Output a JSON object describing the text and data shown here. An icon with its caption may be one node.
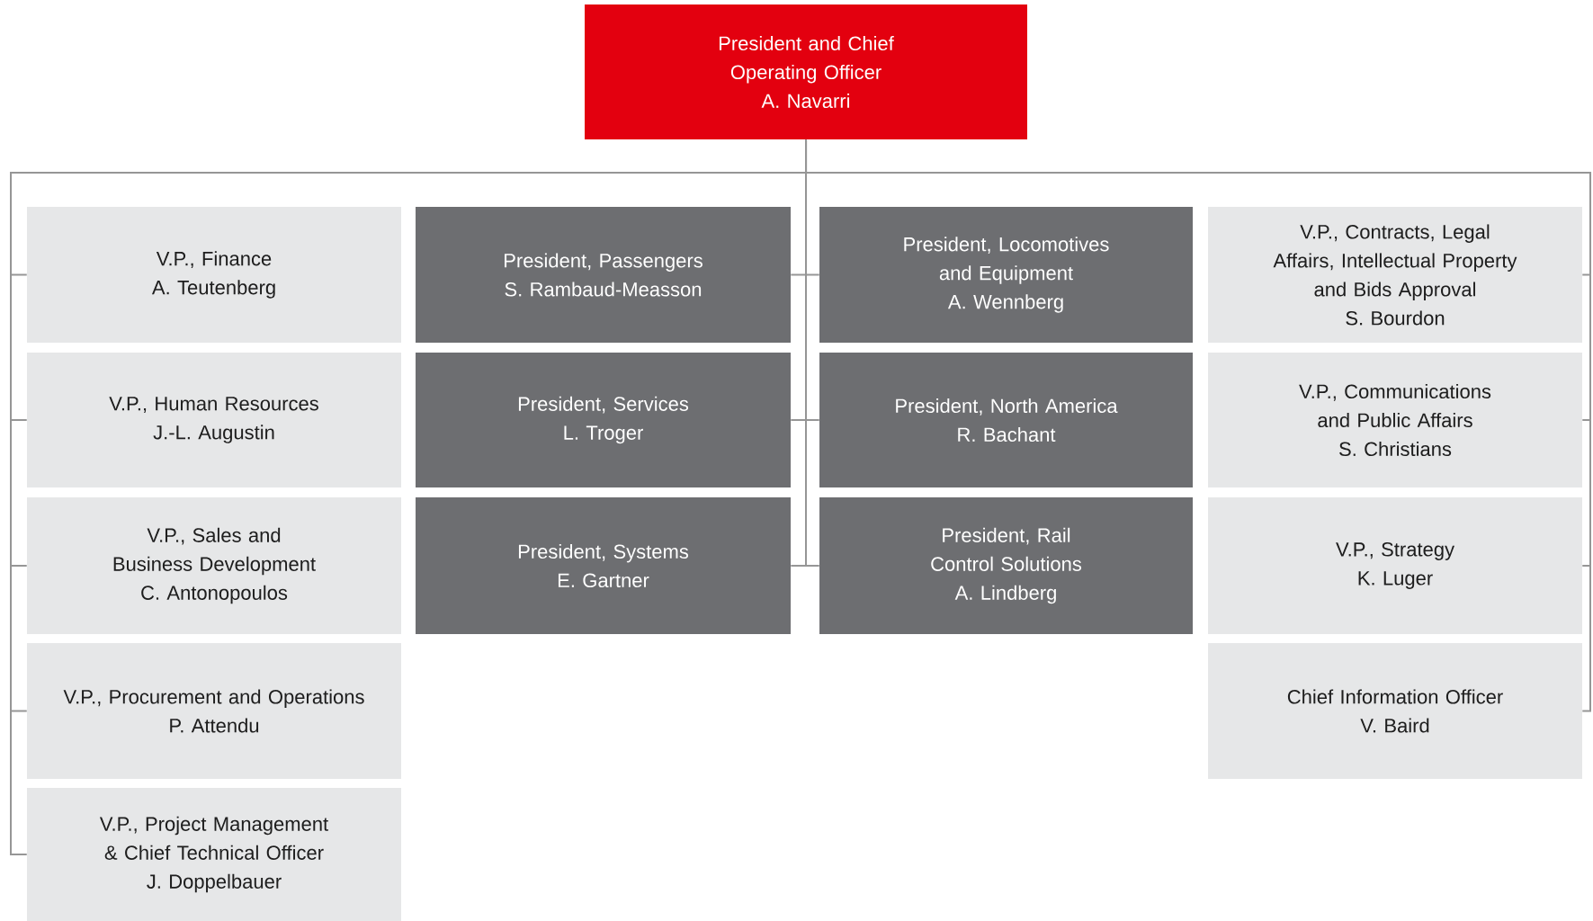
{
  "diagram": {
    "nodes": [
      {
        "text": [
          "President and Chief Operating Officer",
          "A. Navarri"
        ]
      },
      {
        "text": [
          "V.P., Finance",
          "A. Teutenberg"
        ]
      },
      {
        "text": [
          "President, Passengers",
          "S. Rambaud-Measson"
        ]
      },
      {
        "text": [
          "President, Locomotives and Equipment",
          "A. Wennberg"
        ]
      },
      {
        "text": [
          "V.P., Contracts, Legal Affairs, Intellectual Property and Bids Approval",
          "S. Bourdon"
        ]
      },
      {
        "text": [
          "V.P., Human Resources",
          "J.-L. Augustin"
        ]
      },
      {
        "text": [
          "President, Services",
          "L. Troger"
        ]
      },
      {
        "text": [
          "President, North America",
          "R. Bachant"
        ]
      },
      {
        "text": [
          "V.P., Communications and Public Affairs",
          "S. Christians"
        ]
      },
      {
        "text": [
          "V.P., Sales and Business Development",
          "C. Antonopoulos"
        ]
      },
      {
        "text": [
          "President, Systems",
          "E. Gartner"
        ]
      },
      {
        "text": [
          "President, Rail Control Solutions",
          "A. Lindberg"
        ]
      },
      {
        "text": [
          "V.P., Strategy",
          "K. Luger"
        ]
      },
      {
        "text": [
          "V.P., Procurement and Operations",
          "P. Attendu"
        ]
      },
      {
        "text": [
          "Chief Information Officer",
          "V. Baird"
        ]
      },
      {
        "text": [
          "V.P., Project Management & Chief Technical Officer",
          "J. Doppelbauer"
        ]
      }
    ],
    "edges": [
      {
        "from": 0,
        "to": 1,
        "arrow": "none"
      },
      {
        "from": 0,
        "to": 2,
        "arrow": "none"
      },
      {
        "from": 0,
        "to": 3,
        "arrow": "none"
      },
      {
        "from": 0,
        "to": 4,
        "arrow": "none"
      },
      {
        "from": 0,
        "to": 5,
        "arrow": "none"
      },
      {
        "from": 0,
        "to": 6,
        "arrow": "none"
      },
      {
        "from": 0,
        "to": 7,
        "arrow": "none"
      },
      {
        "from": 0,
        "to": 8,
        "arrow": "none"
      },
      {
        "from": 0,
        "to": 9,
        "arrow": "none"
      },
      {
        "from": 0,
        "to": 10,
        "arrow": "none"
      },
      {
        "from": 0,
        "to": 11,
        "arrow": "none"
      },
      {
        "from": 0,
        "to": 12,
        "arrow": "none"
      },
      {
        "from": 0,
        "to": 13,
        "arrow": "none"
      },
      {
        "from": 0,
        "to": 14,
        "arrow": "none"
      },
      {
        "from": 0,
        "to": 15,
        "arrow": "none"
      }
    ]
  }
}
